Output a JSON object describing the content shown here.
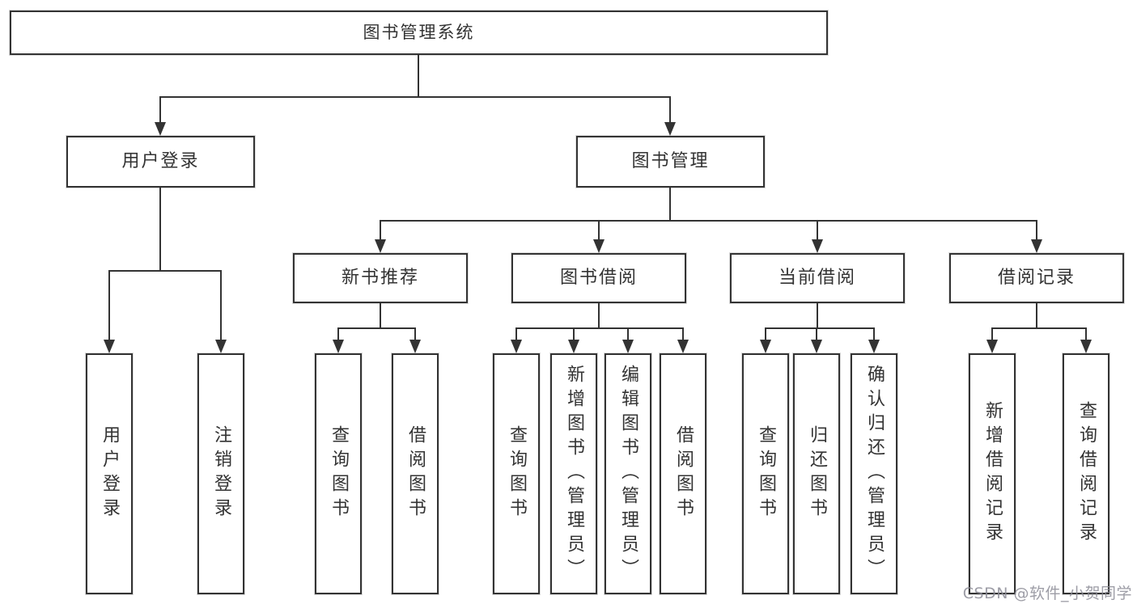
{
  "diagram": {
    "title": "图书管理系统",
    "tree": {
      "label": "图书管理系统",
      "children": [
        {
          "label": "用户登录",
          "children": [
            {
              "label": "用户登录"
            },
            {
              "label": "注销登录"
            }
          ]
        },
        {
          "label": "图书管理",
          "children": [
            {
              "label": "新书推荐",
              "children": [
                {
                  "label": "查询图书"
                },
                {
                  "label": "借阅图书"
                }
              ]
            },
            {
              "label": "图书借阅",
              "children": [
                {
                  "label": "查询图书"
                },
                {
                  "label": "新增图书（管理员）"
                },
                {
                  "label": "编辑图书（管理员）"
                },
                {
                  "label": "借阅图书"
                }
              ]
            },
            {
              "label": "当前借阅",
              "children": [
                {
                  "label": "查询图书"
                },
                {
                  "label": "归还图书"
                },
                {
                  "label": "确认归还（管理员）"
                }
              ]
            },
            {
              "label": "借阅记录",
              "children": [
                {
                  "label": "新增借阅记录"
                },
                {
                  "label": "查询借阅记录"
                }
              ]
            }
          ]
        }
      ]
    },
    "colors": {
      "line": "#333333",
      "box_border": "#333333",
      "background": "#ffffff",
      "watermark_text": "#8c8c96"
    }
  },
  "watermark": {
    "text": "CSDN @软件_小贺同学"
  }
}
